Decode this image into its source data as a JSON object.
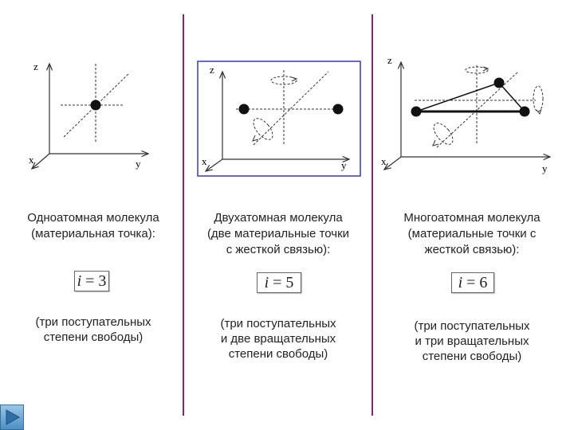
{
  "panels": [
    {
      "caption_line1": "Одноатомная молекула",
      "caption_line2": "(материальная точка):",
      "formula_var": "i",
      "formula_eq": " = ",
      "formula_val": "3",
      "dof_line1": "(три поступательных",
      "dof_line2": "степени свободы)",
      "axis_z": "z",
      "axis_x": "x",
      "axis_y": "y"
    },
    {
      "caption_line1": "Двухатомная молекула",
      "caption_line2": "(две материальные точки",
      "caption_line3": "с жесткой связью):",
      "formula_var": "i",
      "formula_eq": " = ",
      "formula_val": "5",
      "dof_line1": "(три поступательных",
      "dof_line2": "и две вращательных",
      "dof_line3": "степени свободы)",
      "axis_z": "z",
      "axis_x": "x",
      "axis_y": "y"
    },
    {
      "caption_line1": "Многоатомная молекула",
      "caption_line2": "(материальные точки с",
      "caption_line3": "жесткой связью):",
      "formula_var": "i",
      "formula_eq": " = ",
      "formula_val": "6",
      "dof_line1": "(три поступательных",
      "dof_line2": "и три вращательных",
      "dof_line3": "степени свободы)",
      "axis_z": "z",
      "axis_x": "x",
      "axis_y": "y"
    }
  ],
  "colors": {
    "divider": "#7a2a6e",
    "frame": "#3b3b9e",
    "nav": "#4b8fc6"
  },
  "nav_icon": "play-triangle-icon"
}
